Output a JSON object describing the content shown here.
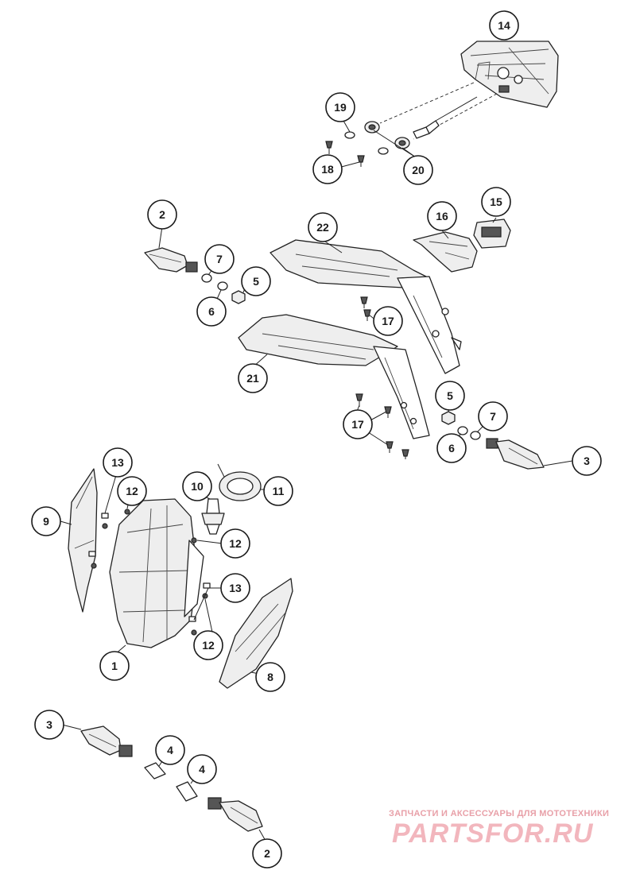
{
  "callouts": [
    {
      "id": "c14",
      "label": "14"
    },
    {
      "id": "c19",
      "label": "19"
    },
    {
      "id": "c18",
      "label": "18"
    },
    {
      "id": "c20",
      "label": "20"
    },
    {
      "id": "c2a",
      "label": "2"
    },
    {
      "id": "c7a",
      "label": "7"
    },
    {
      "id": "c5a",
      "label": "5"
    },
    {
      "id": "c6a",
      "label": "6"
    },
    {
      "id": "c22",
      "label": "22"
    },
    {
      "id": "c16",
      "label": "16"
    },
    {
      "id": "c15",
      "label": "15"
    },
    {
      "id": "c17a",
      "label": "17"
    },
    {
      "id": "c21",
      "label": "21"
    },
    {
      "id": "c17b",
      "label": "17"
    },
    {
      "id": "c5b",
      "label": "5"
    },
    {
      "id": "c7b",
      "label": "7"
    },
    {
      "id": "c6b",
      "label": "6"
    },
    {
      "id": "c3a",
      "label": "3"
    },
    {
      "id": "c13a",
      "label": "13"
    },
    {
      "id": "c10",
      "label": "10"
    },
    {
      "id": "c11",
      "label": "11"
    },
    {
      "id": "c12a",
      "label": "12"
    },
    {
      "id": "c9",
      "label": "9"
    },
    {
      "id": "c12b",
      "label": "12"
    },
    {
      "id": "c13b",
      "label": "13"
    },
    {
      "id": "c12c",
      "label": "12"
    },
    {
      "id": "c1",
      "label": "1"
    },
    {
      "id": "c8",
      "label": "8"
    },
    {
      "id": "c3b",
      "label": "3"
    },
    {
      "id": "c4a",
      "label": "4"
    },
    {
      "id": "c4b",
      "label": "4"
    },
    {
      "id": "c2b",
      "label": "2"
    }
  ],
  "watermark": {
    "subtitle": "ЗАПЧАСТИ И АКСЕССУАРЫ ДЛЯ МОТОТЕХНИКИ",
    "logo": "PARTSFOR.RU",
    "color": "#f2b6bd"
  }
}
